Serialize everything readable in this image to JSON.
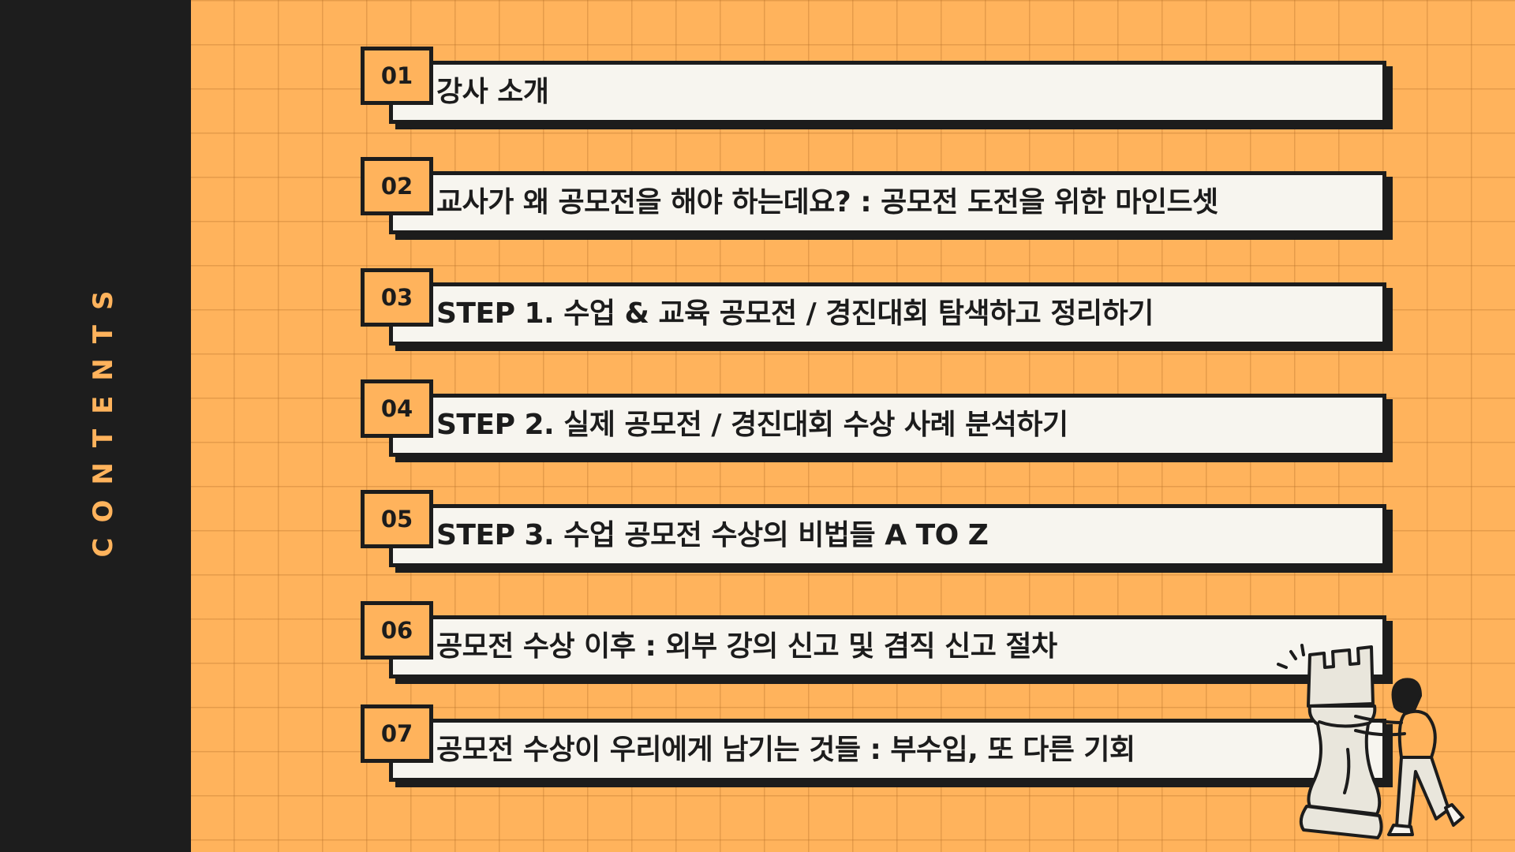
{
  "sidebar": {
    "title": "CONTENTS"
  },
  "items": [
    {
      "number": "01",
      "label": "강사 소개"
    },
    {
      "number": "02",
      "label": "교사가 왜 공모전을 해야 하는데요? : 공모전 도전을 위한 마인드셋"
    },
    {
      "number": "03",
      "label": "STEP 1. 수업 & 교육 공모전 / 경진대회 탐색하고 정리하기"
    },
    {
      "number": "04",
      "label": "STEP 2. 실제 공모전 / 경진대회 수상 사례 분석하기"
    },
    {
      "number": "05",
      "label": "STEP 3. 수업 공모전 수상의 비법들 A TO Z"
    },
    {
      "number": "06",
      "label": "공모전 수상 이후 : 외부 강의 신고 및 겸직 신고 절차"
    },
    {
      "number": "07",
      "label": "공모전 수상이 우리에게 남기는 것들 : 부수입, 또 다른 기회"
    }
  ],
  "colors": {
    "background": "#FFB35C",
    "sidebar": "#1D1D1D",
    "bar": "#F7F5EF",
    "outline": "#1C1C1C"
  },
  "illustration": {
    "icon": "person-pushing-chess-rook-icon"
  }
}
